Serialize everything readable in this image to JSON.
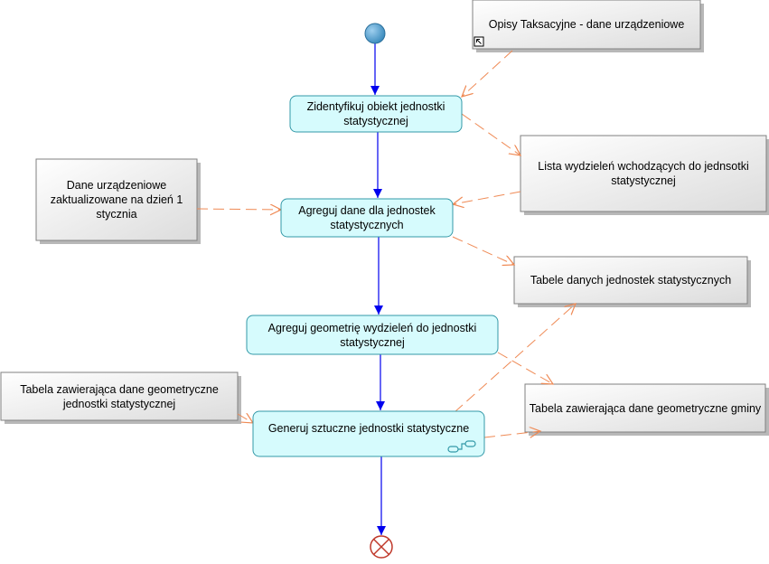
{
  "diagram": {
    "colors": {
      "activity_fill": "#d6fbfd",
      "activity_stroke": "#3399a8",
      "object_fill": "#ececec",
      "object_stroke": "#808080",
      "control_flow": "#0000ee",
      "object_flow": "#ef8a55",
      "start_fill": "#3f95c6",
      "end_stroke": "#c0392b"
    },
    "activities": {
      "identify": "Zidentyfikuj obiekt jednostki statystycznej",
      "aggregate_data": "Agreguj dane dla jednostek statystycznych",
      "aggregate_geometry": "Agreguj geometrię wydzieleń do jednostki statystycznej",
      "generate": "Generuj sztuczne jednostki statystyczne"
    },
    "objects": {
      "taxation": "Opisy Taksacyjne - dane urządzeniowe",
      "subdivisions_list": "Lista wydzieleń wchodzących do jednsotki statystycznej",
      "forest_data": "Dane urządzeniowe zaktualizowane na dzień 1 stycznia",
      "unit_tables": "Tabele danych jednostek statystycznych",
      "unit_geometry_table": "Tabela zawierająca dane geometryczne jednostki statystycznej",
      "commune_geometry_table": "Tabela zawierająca dane geometryczne gminy"
    },
    "icons": {
      "start": "initial-node-icon",
      "end": "final-node-icon",
      "subactivity": "subactivity-rake-icon",
      "shortcut": "shortcut-arrow-icon"
    }
  }
}
